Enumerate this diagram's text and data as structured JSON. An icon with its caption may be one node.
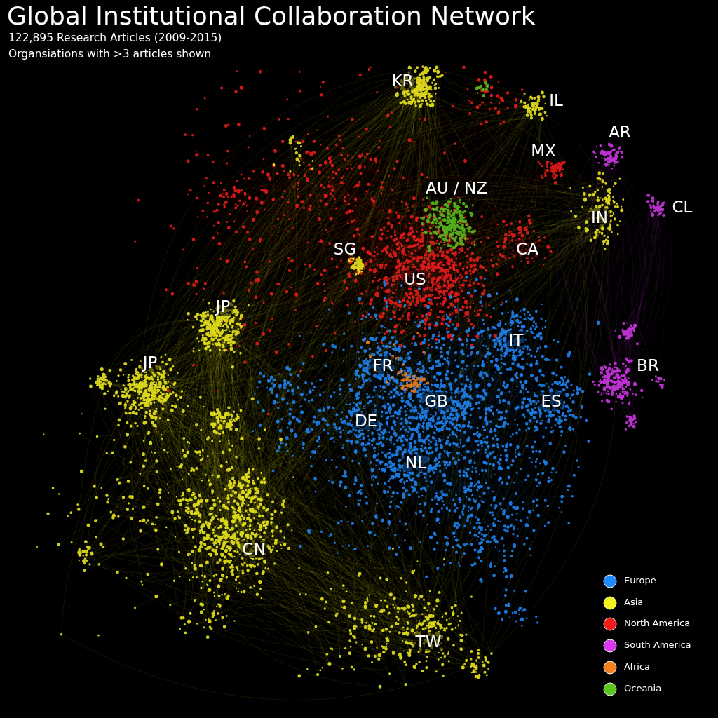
{
  "diagram": {
    "title": "Global Institutional Collaboration Network",
    "labels": [
      "122,895 Research Articles (2009-2015)",
      "Organsiations with >3 articles shown",
      "KR",
      "IL",
      "AR",
      "MX",
      "AU / NZ",
      "CL",
      "IN",
      "SG",
      "CA",
      "US",
      "JP",
      "IT",
      "JP",
      "FR",
      "BR",
      "GB",
      "ES",
      "DE",
      "NL",
      "CN",
      "TW"
    ],
    "legend": [
      {
        "text": "Europe",
        "color": "#1e8bff"
      },
      {
        "text": "Asia",
        "color": "#f7f21e"
      },
      {
        "text": "North America",
        "color": "#f51c1c"
      },
      {
        "text": "South America",
        "color": "#d93af0"
      },
      {
        "text": "Africa",
        "color": "#f5821e"
      },
      {
        "text": "Oceania",
        "color": "#5ec41e"
      }
    ]
  }
}
